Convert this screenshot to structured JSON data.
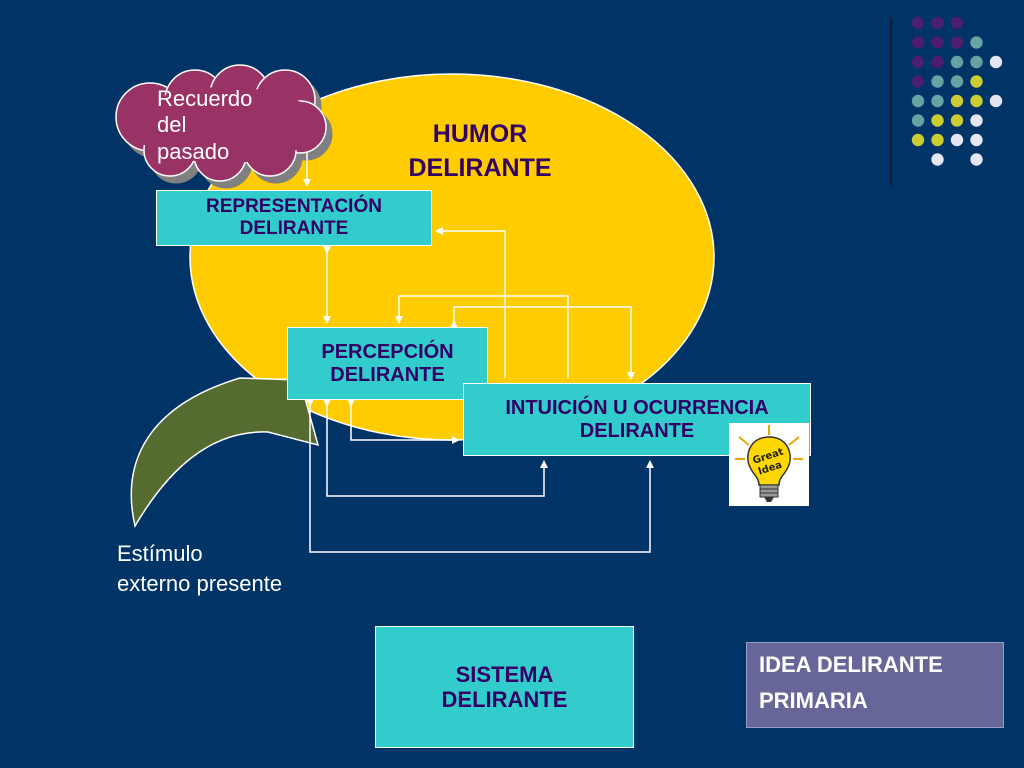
{
  "humor": {
    "line1": "HUMOR",
    "line2": "DELIRANTE"
  },
  "cloud": {
    "line1": "Recuerdo",
    "line2": "del",
    "line3": "pasado"
  },
  "boxes": {
    "representacion": {
      "line1": "REPRESENTACIÓN",
      "line2": "DELIRANTE"
    },
    "percepcion": {
      "line1": "PERCEPCIÓN",
      "line2": "DELIRANTE"
    },
    "intuicion": {
      "line1": "INTUICIÓN U OCURRENCIA",
      "line2": "DELIRANTE"
    },
    "sistema": {
      "line1": "SISTEMA",
      "line2": "DELIRANTE"
    }
  },
  "idea": {
    "line1": "IDEA DELIRANTE",
    "line2": "PRIMARIA"
  },
  "stimulus": {
    "line1": "Estímulo",
    "line2": "externo presente"
  },
  "bulb": {
    "line1": "Great",
    "line2": "Idea"
  },
  "colors": {
    "background": "#003366",
    "ellipse": "#FFCC00",
    "box": "#33CCCC",
    "box_text": "#330066",
    "cloud": "#993366",
    "arrow": "#556B2F",
    "idea_box": "#666699"
  },
  "dot_grid": {
    "rows": [
      [
        "#4B1E6E",
        "#4B1E6E",
        "#4B1E6E",
        "",
        ""
      ],
      [
        "#4B1E6E",
        "#4B1E6E",
        "#4B1E6E",
        "#66A3A3",
        ""
      ],
      [
        "#4B1E6E",
        "#4B1E6E",
        "#66A3A3",
        "#66A3A3",
        "#E6E6F2"
      ],
      [
        "#4B1E6E",
        "#66A3A3",
        "#66A3A3",
        "#CCCC33",
        ""
      ],
      [
        "#66A3A3",
        "#66A3A3",
        "#CCCC33",
        "#CCCC33",
        "#E6E6F2"
      ],
      [
        "#66A3A3",
        "#CCCC33",
        "#CCCC33",
        "#E6E6F2",
        ""
      ],
      [
        "#CCCC33",
        "#CCCC33",
        "#E6E6F2",
        "#E6E6F2",
        ""
      ],
      [
        "",
        "#E6E6F2",
        "",
        "#E6E6F2",
        ""
      ]
    ]
  }
}
